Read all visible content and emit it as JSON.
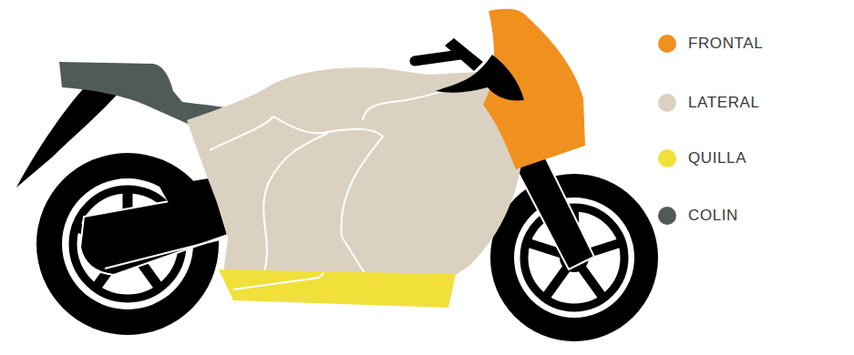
{
  "diagram": {
    "legend": [
      {
        "text": "FRONTAL",
        "color": "#f0901e"
      },
      {
        "text": "LATERAL",
        "color": "#dbd1c1"
      },
      {
        "text": "QUILLA",
        "color": "#f1e03a"
      },
      {
        "text": "COLIN",
        "color": "#505b59"
      }
    ]
  }
}
